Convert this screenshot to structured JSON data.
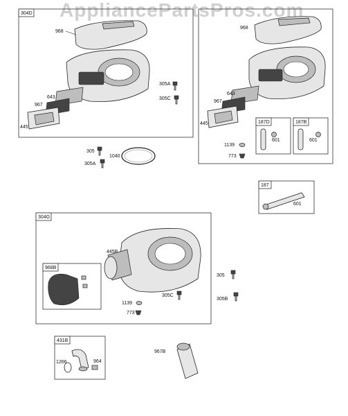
{
  "watermark": "AppliancePartsPros.com",
  "groups": {
    "g304D": "304D",
    "g187D": "187D",
    "g187B": "187B",
    "g187": "187",
    "g304G": "304G",
    "g968B": "968B",
    "g431B": "431B"
  },
  "labels": {
    "l968a": "968",
    "l643a": "643",
    "l967a": "967",
    "l445a": "445",
    "l305Aa": "305A",
    "l305Ca": "305C",
    "l305a": "305",
    "l305Ab": "305A",
    "l1040": "1040",
    "l968b": "968",
    "l643b": "643",
    "l967b": "967",
    "l445b": "445",
    "l601a": "601",
    "l601b": "601",
    "l1139a": "1139",
    "l773a": "773",
    "l601c": "601",
    "l445B": "445B",
    "l305b": "305",
    "l305Cb": "305C",
    "l305B": "305B",
    "l1139b": "1139",
    "l773b": "773",
    "l1266": "1266",
    "l964": "964",
    "l967B": "967B"
  }
}
